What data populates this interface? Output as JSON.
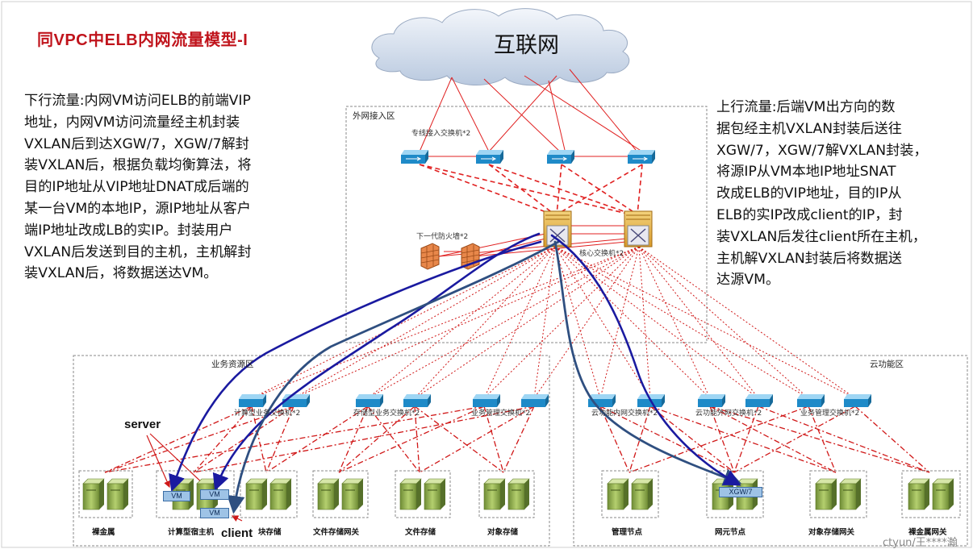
{
  "title": "同VPC中ELB内网流量模型-I",
  "cloud": {
    "label": "互联网"
  },
  "left_text": "下行流量:内网VM访问ELB的前端VIP\n地址，内网VM访问流量经主机封装\nVXLAN后到达XGW/7，XGW/7解封\n装VXLAN后，根据负载均衡算法，将\n目的IP地址从VIP地址DNAT成后端的\n某一台VM的本地IP，源IP地址从客户\n端IP地址改成LB的实IP。封装用户\nVXLAN后发送到目的主机，主机解封\n装VXLAN后，将数据送达VM。",
  "right_text": "上行流量:后端VM出方向的数\n据包经主机VXLAN封装后送往\nXGW/7，XGW/7解VXLAN封装，\n将源IP从VM本地IP地址SNAT\n改成ELB的VIP地址，目的IP从\nELB的实IP改成client的IP，封\n装VXLAN后发往client所在主机，\n主机解VXLAN封装后将数据送\n达源VM。",
  "zones": {
    "external": "外网接入区",
    "business": "业务资源区",
    "cloud_function": "云功能区"
  },
  "devices": {
    "leased_line_switch": "专线接入交换机*2",
    "ngfw": "下一代防火墙*2",
    "core_switch": "核心交换机*2",
    "compute_switch": "计算型业务交换机*2",
    "storage_switch": "存储型业务交换机*2",
    "biz_mgmt_switch": "业务管理交换机*2",
    "cloud_internal_switch": "云功能内网交换机*2",
    "cloud_external_switch": "云功能外网交换机*2",
    "mgmt_switch_right": "业务管理交换机*2"
  },
  "server_groups": [
    {
      "label": "裸金属"
    },
    {
      "label": "计算型宿主机"
    },
    {
      "label": "块存储"
    },
    {
      "label": "文件存储网关"
    },
    {
      "label": "文件存储"
    },
    {
      "label": "对象存储"
    },
    {
      "label": "管理节点"
    },
    {
      "label": "网元节点"
    },
    {
      "label": "对象存储网关"
    },
    {
      "label": "裸金属网关"
    }
  ],
  "annotations": {
    "server": "server",
    "client": "client",
    "vm": "VM",
    "xgw": "XGW/7"
  },
  "watermark": "ctyun/王****瀚",
  "colors": {
    "title": "#c0141c",
    "link": "#e02020",
    "downlink_flow": "#1a1aa0",
    "uplink_flow": "#2f4f80",
    "switch": "#1e8ac8",
    "server": "#8fae4a"
  }
}
